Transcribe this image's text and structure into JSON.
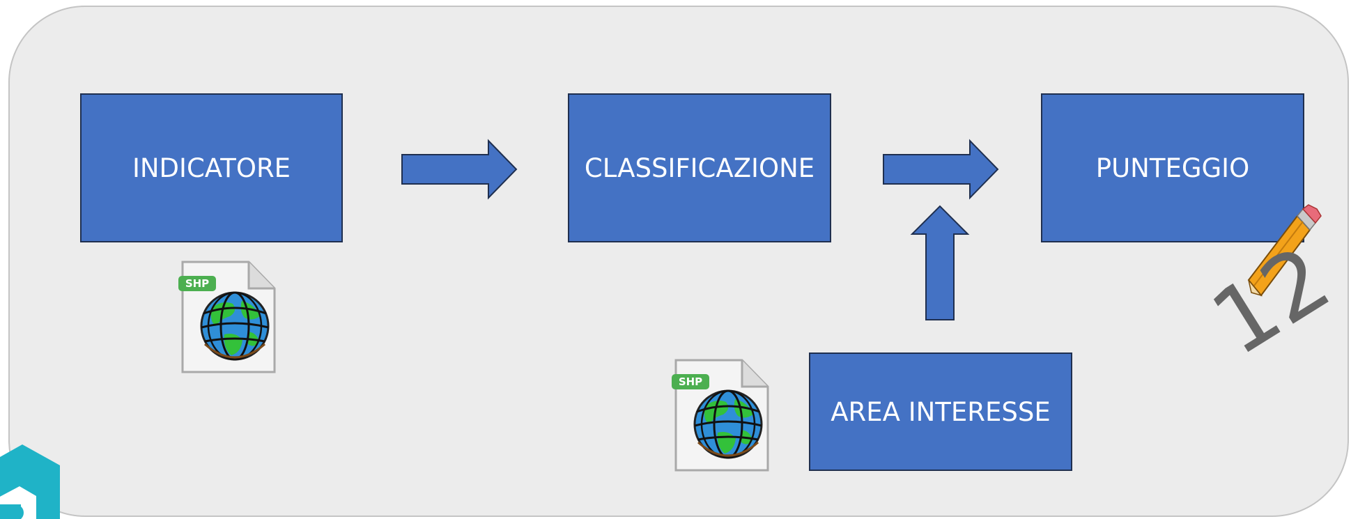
{
  "diagram": {
    "boxes": {
      "indicatore": "INDICATORE",
      "classificazione": "CLASSIFICAZIONE",
      "punteggio": "PUNTEGGIO",
      "area_interesse": "AREA INTERESSE"
    },
    "file_badges": {
      "shp_1": "SHP",
      "shp_2": "SHP"
    },
    "score_annotation": "12"
  },
  "colors": {
    "box_fill": "#4472c4",
    "box_border": "#1f2f4f",
    "panel_background": "#ececec",
    "badge_green": "#4caf50",
    "logo_teal": "#1fb3c7"
  },
  "icons": [
    "shapefile-icon",
    "globe-icon",
    "pencil-icon",
    "brand-logo-icon",
    "right-arrow",
    "up-arrow"
  ]
}
